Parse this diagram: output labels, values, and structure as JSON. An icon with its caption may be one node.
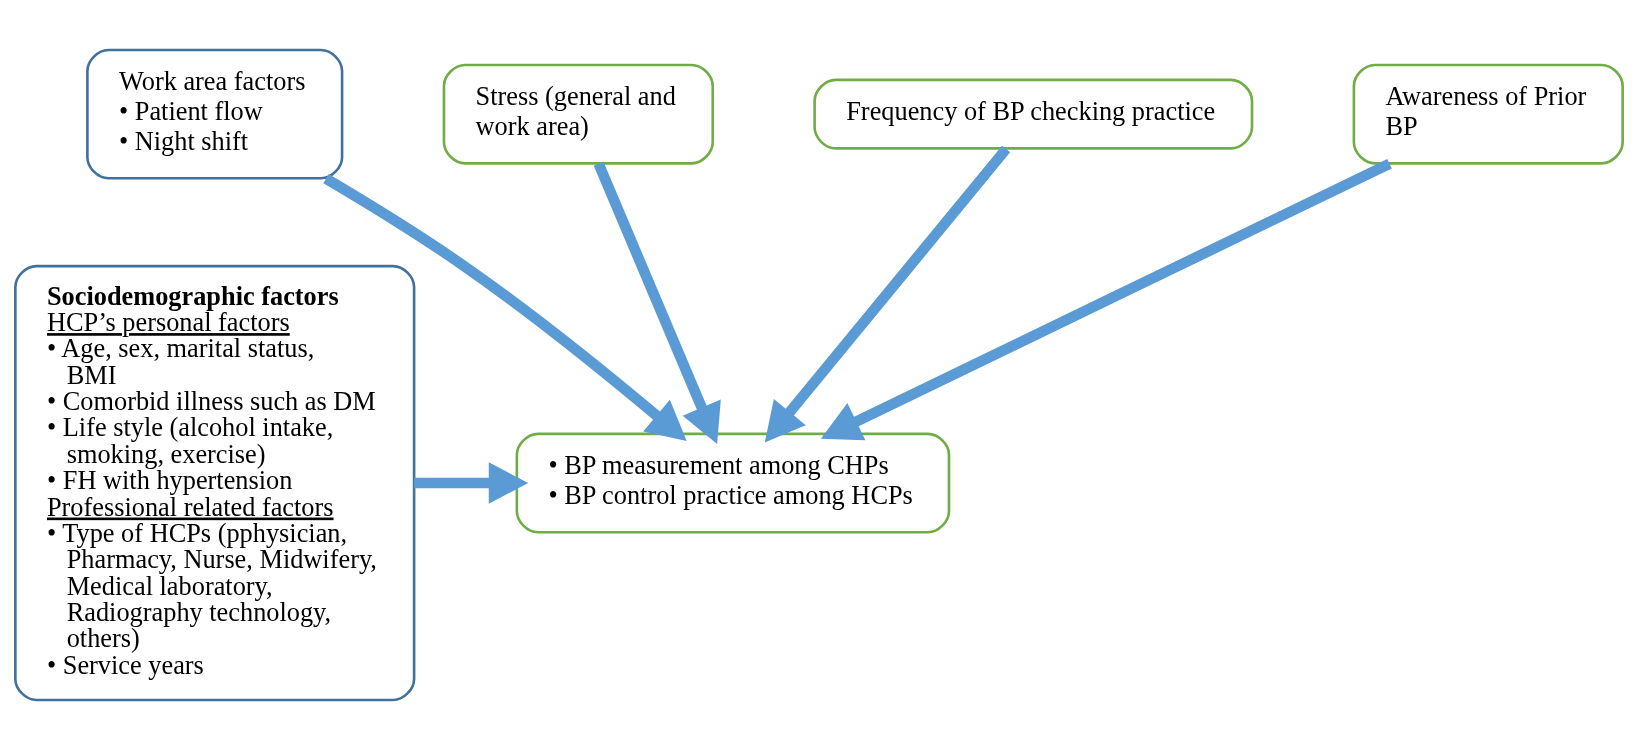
{
  "diagram": {
    "nodes": [
      {
        "text": [
          "Sociodemographic factors",
          "HCP’s personal factors",
          "• Age, sex, marital status, BMI",
          "• Comorbid illness such as DM",
          "• Life style (alcohol intake, smoking, exercise)",
          "• FH with hypertension",
          "Professional related factors",
          "• Type of HCPs (pphysician, Pharmacy, Nurse, Midwifery, Medical laboratory, Radiography technology, others)",
          "• Service years"
        ]
      },
      {
        "text": [
          "Work area factors",
          "• Patient flow",
          "• Night shift"
        ]
      },
      {
        "text": [
          "Stress (general and work area)"
        ]
      },
      {
        "text": [
          "• BP measurement among CHPs",
          "• BP control practice among HCPs"
        ]
      },
      {
        "text": [
          "Frequency of BP checking practice"
        ]
      },
      {
        "text": [
          "Awareness of Prior BP"
        ]
      }
    ],
    "edges": [
      {
        "from": 0,
        "to": 3,
        "arrow": "to"
      },
      {
        "from": 1,
        "to": 3,
        "arrow": "to"
      },
      {
        "from": 2,
        "to": 3,
        "arrow": "to"
      },
      {
        "from": 4,
        "to": 3,
        "arrow": "to"
      },
      {
        "from": 5,
        "to": 3,
        "arrow": "to"
      }
    ]
  }
}
